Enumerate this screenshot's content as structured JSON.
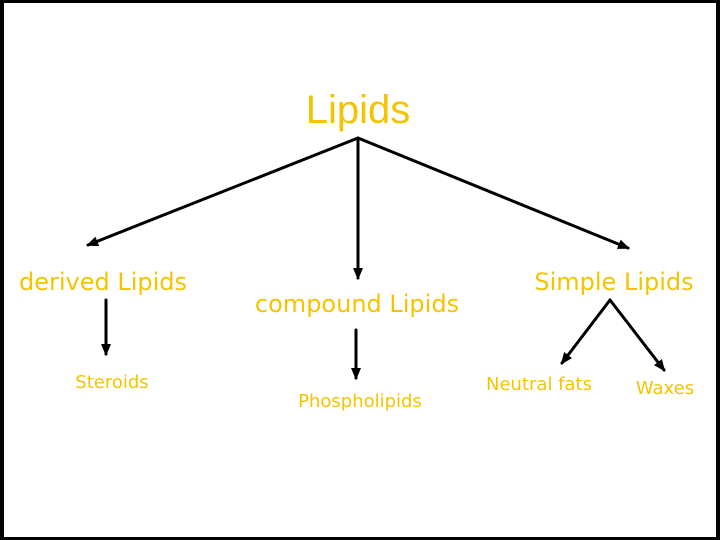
{
  "diagram": {
    "root": "Lipids",
    "branches": [
      {
        "label": "derived Lipids",
        "children": [
          "Steroids"
        ]
      },
      {
        "label": "compound Lipids",
        "children": [
          "Phospholipids"
        ]
      },
      {
        "label": "Simple Lipids",
        "children": [
          "Neutral fats",
          "Waxes"
        ]
      }
    ]
  },
  "colors": {
    "text": "#f5c400",
    "arrow": "#000000",
    "background": "#ffffff",
    "frame": "#000000"
  }
}
